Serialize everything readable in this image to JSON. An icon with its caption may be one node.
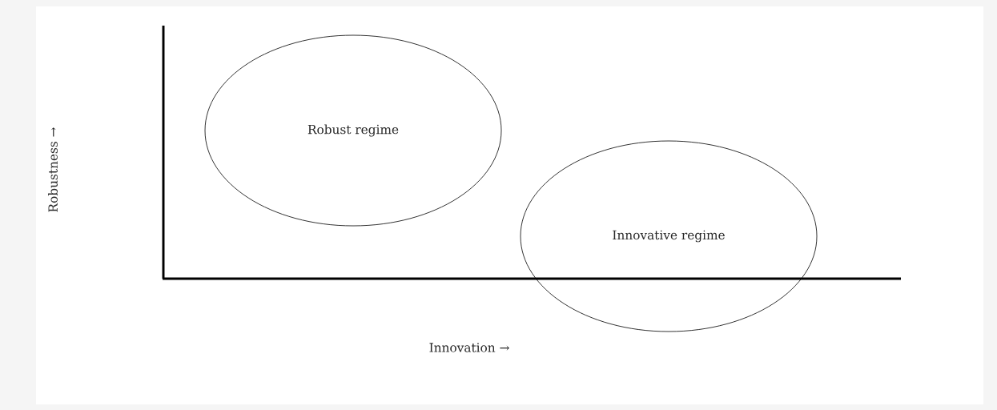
{
  "diagram": {
    "nodes": [
      {
        "text": [
          "Robust regime"
        ]
      },
      {
        "text": [
          "Innovative regime"
        ]
      }
    ],
    "labels": [
      "Robustness →",
      "Innovation →"
    ]
  }
}
